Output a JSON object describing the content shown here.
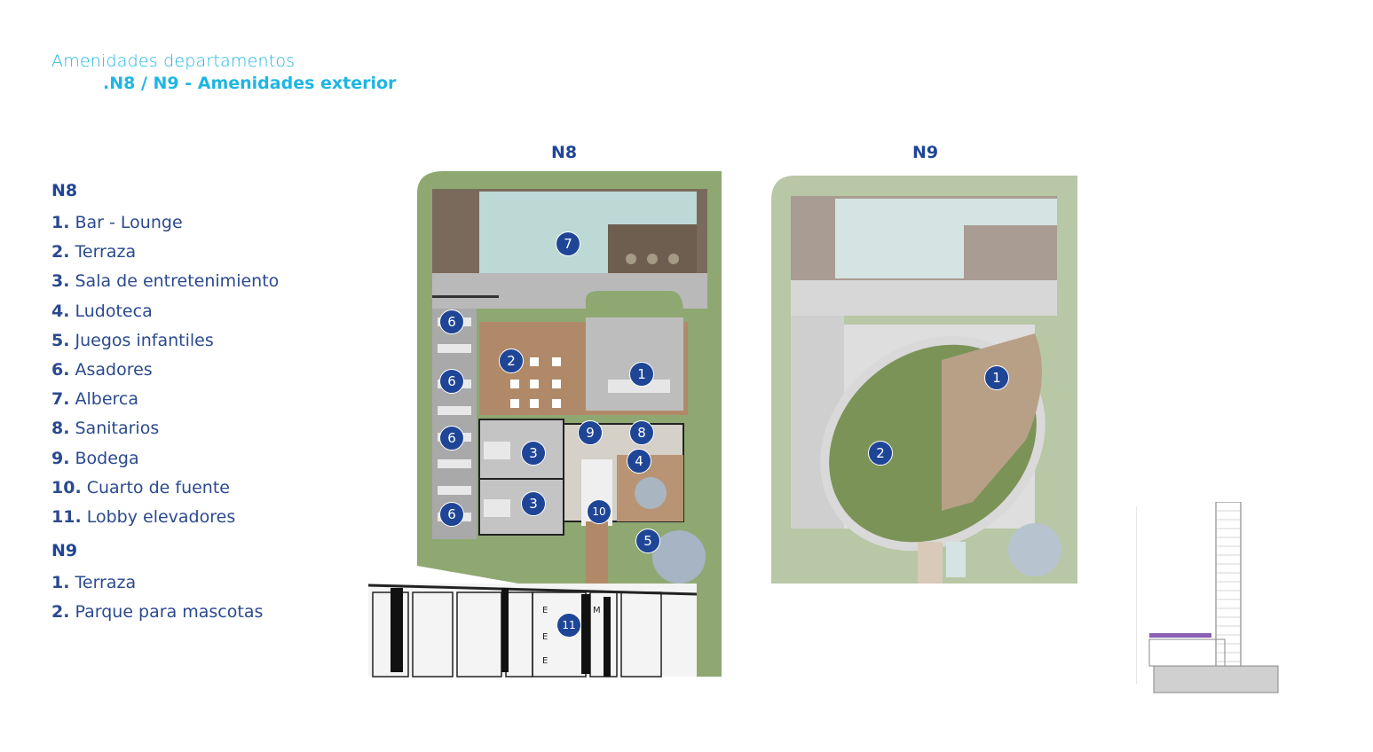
{
  "header": {
    "subtitle": "Amenidades departamentos",
    "title": ".N8 / N9 - Amenidades exterior"
  },
  "legend": {
    "n8": {
      "label": "N8",
      "items": [
        {
          "num": "1.",
          "text": "Bar - Lounge"
        },
        {
          "num": "2.",
          "text": "Terraza"
        },
        {
          "num": "3.",
          "text": "Sala de entretenimiento"
        },
        {
          "num": "4.",
          "text": "Ludoteca"
        },
        {
          "num": "5.",
          "text": "Juegos infantiles"
        },
        {
          "num": "6.",
          "text": "Asadores"
        },
        {
          "num": "7.",
          "text": "Alberca"
        },
        {
          "num": "8.",
          "text": " Sanitarios"
        },
        {
          "num": "9.",
          "text": "Bodega"
        },
        {
          "num": "10.",
          "text": "Cuarto de fuente"
        },
        {
          "num": "11.",
          "text": "Lobby elevadores"
        }
      ]
    },
    "n9": {
      "label": "N9",
      "items": [
        {
          "num": "1.",
          "text": "Terraza"
        },
        {
          "num": "2.",
          "text": "Parque para mascotas"
        }
      ]
    }
  },
  "plans": {
    "n8_label": "N8",
    "n9_label": "N9",
    "n8_markers": [
      "1",
      "2",
      "3",
      "3",
      "4",
      "5",
      "6",
      "6",
      "6",
      "6",
      "7",
      "8",
      "9",
      "10",
      "11"
    ],
    "n9_markers": [
      "1",
      "2"
    ],
    "unit_labels": [
      "E",
      "E",
      "E",
      "M"
    ]
  },
  "colors": {
    "accent_cyan": "#1fb5e3",
    "marker_blue": "#1f4597",
    "grass": "#8fa872",
    "deck": "#b08a68",
    "paving": "#b9b9b9"
  }
}
